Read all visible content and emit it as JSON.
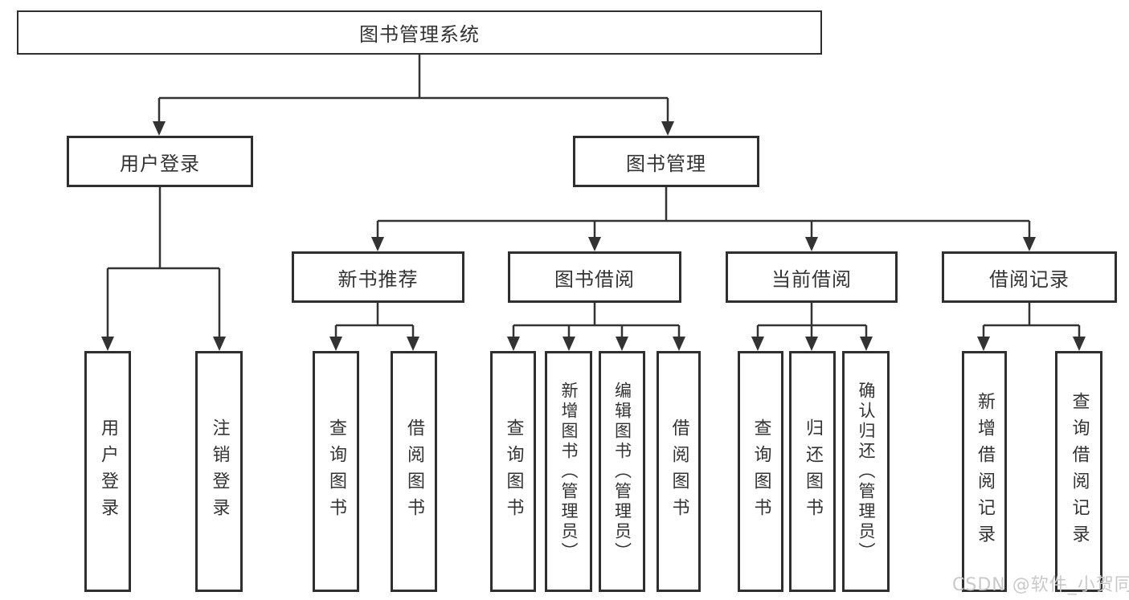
{
  "diagram_title": "图书管理系统",
  "colors": {
    "line": "#333333",
    "box_border": "#2f2f2f",
    "text": "#333333",
    "watermark": "#c9c9c9",
    "background": "#ffffff"
  },
  "tree": {
    "root": "图书管理系统",
    "branches": [
      {
        "label": "用户登录",
        "children": [
          "用户登录",
          "注销登录"
        ]
      },
      {
        "label": "图书管理",
        "sections": [
          {
            "label": "新书推荐",
            "children": [
              "查询图书",
              "借阅图书"
            ]
          },
          {
            "label": "图书借阅",
            "children": [
              "查询图书",
              "新增图书（管理员）",
              "编辑图书（管理员）",
              "借阅图书"
            ]
          },
          {
            "label": "当前借阅",
            "children": [
              "查询图书",
              "归还图书",
              "确认归还（管理员）"
            ]
          },
          {
            "label": "借阅记录",
            "children": [
              "新增借阅记录",
              "查询借阅记录"
            ]
          }
        ]
      }
    ]
  },
  "watermark": "CSDN @软件_小贺同学"
}
